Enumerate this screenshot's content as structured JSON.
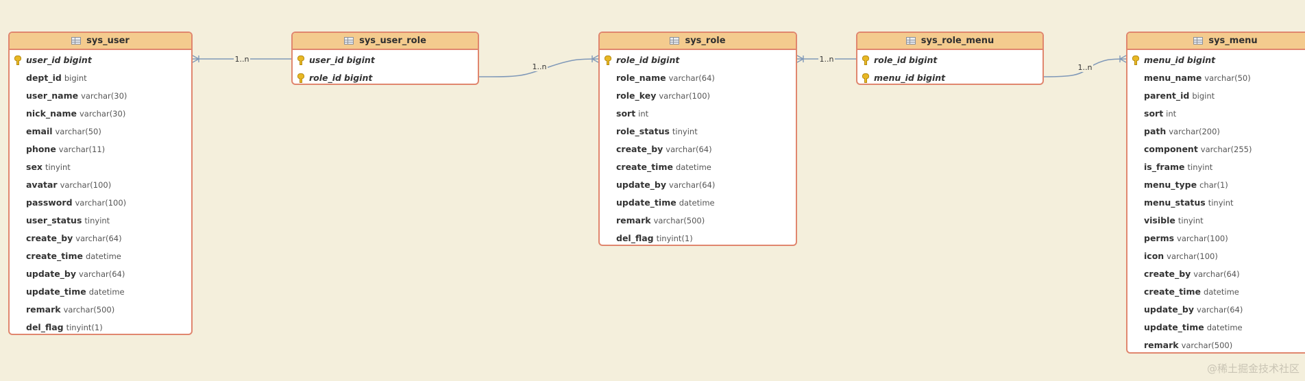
{
  "entities": [
    {
      "name": "sys_user",
      "fields": [
        {
          "name": "user_id",
          "type": "bigint",
          "pk": true
        },
        {
          "name": "dept_id",
          "type": "bigint"
        },
        {
          "name": "user_name",
          "type": "varchar(30)"
        },
        {
          "name": "nick_name",
          "type": "varchar(30)"
        },
        {
          "name": "email",
          "type": "varchar(50)"
        },
        {
          "name": "phone",
          "type": "varchar(11)"
        },
        {
          "name": "sex",
          "type": "tinyint"
        },
        {
          "name": "avatar",
          "type": "varchar(100)"
        },
        {
          "name": "password",
          "type": "varchar(100)"
        },
        {
          "name": "user_status",
          "type": "tinyint"
        },
        {
          "name": "create_by",
          "type": "varchar(64)"
        },
        {
          "name": "create_time",
          "type": "datetime"
        },
        {
          "name": "update_by",
          "type": "varchar(64)"
        },
        {
          "name": "update_time",
          "type": "datetime"
        },
        {
          "name": "remark",
          "type": "varchar(500)"
        },
        {
          "name": "del_flag",
          "type": "tinyint(1)"
        }
      ]
    },
    {
      "name": "sys_user_role",
      "fields": [
        {
          "name": "user_id",
          "type": "bigint",
          "pk": true
        },
        {
          "name": "role_id",
          "type": "bigint",
          "pk": true
        }
      ]
    },
    {
      "name": "sys_role",
      "fields": [
        {
          "name": "role_id",
          "type": "bigint",
          "pk": true
        },
        {
          "name": "role_name",
          "type": "varchar(64)"
        },
        {
          "name": "role_key",
          "type": "varchar(100)"
        },
        {
          "name": "sort",
          "type": "int"
        },
        {
          "name": "role_status",
          "type": "tinyint"
        },
        {
          "name": "create_by",
          "type": "varchar(64)"
        },
        {
          "name": "create_time",
          "type": "datetime"
        },
        {
          "name": "update_by",
          "type": "varchar(64)"
        },
        {
          "name": "update_time",
          "type": "datetime"
        },
        {
          "name": "remark",
          "type": "varchar(500)"
        },
        {
          "name": "del_flag",
          "type": "tinyint(1)"
        }
      ]
    },
    {
      "name": "sys_role_menu",
      "fields": [
        {
          "name": "role_id",
          "type": "bigint",
          "pk": true
        },
        {
          "name": "menu_id",
          "type": "bigint",
          "pk": true
        }
      ]
    },
    {
      "name": "sys_menu",
      "fields": [
        {
          "name": "menu_id",
          "type": "bigint",
          "pk": true
        },
        {
          "name": "menu_name",
          "type": "varchar(50)"
        },
        {
          "name": "parent_id",
          "type": "bigint"
        },
        {
          "name": "sort",
          "type": "int"
        },
        {
          "name": "path",
          "type": "varchar(200)"
        },
        {
          "name": "component",
          "type": "varchar(255)"
        },
        {
          "name": "is_frame",
          "type": "tinyint"
        },
        {
          "name": "menu_type",
          "type": "char(1)"
        },
        {
          "name": "menu_status",
          "type": "tinyint"
        },
        {
          "name": "visible",
          "type": "tinyint"
        },
        {
          "name": "perms",
          "type": "varchar(100)"
        },
        {
          "name": "icon",
          "type": "varchar(100)"
        },
        {
          "name": "create_by",
          "type": "varchar(64)"
        },
        {
          "name": "create_time",
          "type": "datetime"
        },
        {
          "name": "update_by",
          "type": "varchar(64)"
        },
        {
          "name": "update_time",
          "type": "datetime"
        },
        {
          "name": "remark",
          "type": "varchar(500)"
        }
      ]
    }
  ],
  "relations": [
    {
      "label": "1..n"
    },
    {
      "label": "1..n"
    },
    {
      "label": "1..n"
    },
    {
      "label": "1..n"
    }
  ],
  "watermark": "@稀土掘金技术社区",
  "colors": {
    "background": "#f4efdc",
    "header": "#f4cb8e",
    "border": "#e0866e",
    "connector": "#7f98b8"
  }
}
